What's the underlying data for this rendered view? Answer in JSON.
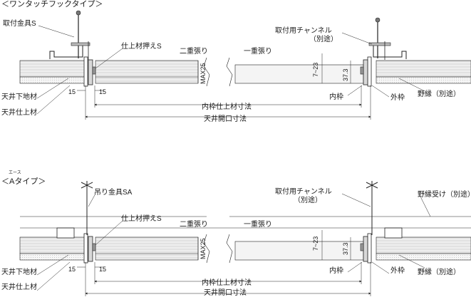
{
  "sections": [
    {
      "title": "＜ワンタッチフックタイプ＞",
      "labels": {
        "bracket_left": "取付金具S",
        "presser_left": "仕上材押えS",
        "double_layer": "二重張り",
        "single_layer": "一重張り",
        "channel": "取付用チャンネル",
        "channel_note": "（別途）",
        "ceiling_base": "天井下地材",
        "ceiling_finish": "天井仕上材",
        "inner_frame": "内枠",
        "outer_frame": "外枠",
        "edge_trim": "野縁（別途）",
        "inner_dim": "内枠仕上材寸法",
        "opening_dim": "天井開口寸法",
        "dim_15a": "15",
        "dim_15b": "15",
        "dim_max25": "MAX25",
        "dim_7_23": "7~23",
        "dim_37_3": "37.3"
      }
    },
    {
      "ruby": "エース",
      "title": "＜Aタイプ＞",
      "labels": {
        "bracket_left": "吊り金具SA",
        "presser_left": "仕上材押えS",
        "double_layer": "二重張り",
        "single_layer": "一重張り",
        "channel": "取付用チャンネル",
        "channel_note": "（別途）",
        "edge_receiver": "野縁受け（別途）",
        "ceiling_base": "天井下地材",
        "ceiling_finish": "天井仕上材",
        "inner_frame": "内枠",
        "outer_frame": "外枠",
        "edge_trim": "野縁（別途）",
        "inner_dim": "内枠仕上材寸法",
        "opening_dim": "天井開口寸法",
        "dim_15a": "15",
        "dim_15b": "15",
        "dim_max25": "MAX25",
        "dim_7_23": "7~23",
        "dim_37_3": "37.3"
      }
    }
  ]
}
